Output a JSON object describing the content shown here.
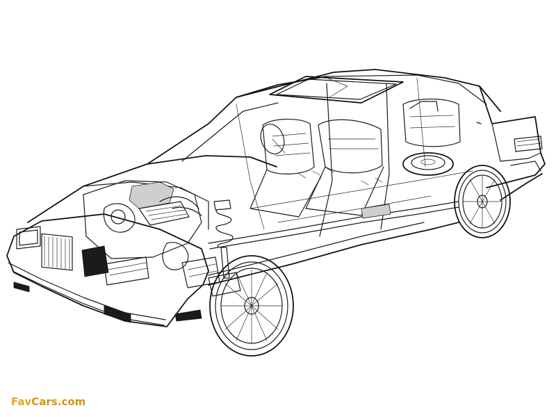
{
  "image": {
    "subject": "car-cutaway-line-drawing",
    "background_color": "#ffffff",
    "ink_color": "#1a1a1a"
  },
  "watermark": {
    "part1": "Fav",
    "part2": "Cars",
    "part3": ".com",
    "color": "#e8a317"
  }
}
